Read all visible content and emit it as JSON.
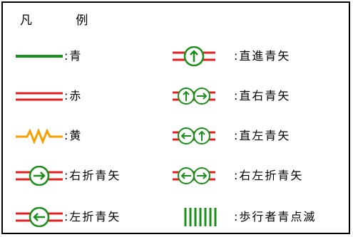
{
  "legend": {
    "title": "凡 例",
    "items": [
      {
        "label": ":青"
      },
      {
        "label": ":赤"
      },
      {
        "label": ":黄"
      },
      {
        "label": ":右折青矢"
      },
      {
        "label": ":左折青矢"
      },
      {
        "label": ":直進青矢"
      },
      {
        "label": ":直右青矢"
      },
      {
        "label": ":直左青矢"
      },
      {
        "label": ":右左折青矢"
      },
      {
        "label": ":歩行者青点滅"
      }
    ]
  },
  "colors": {
    "green": "#1a8f1a",
    "red": "#e02020",
    "yellow": "#f5a000"
  }
}
